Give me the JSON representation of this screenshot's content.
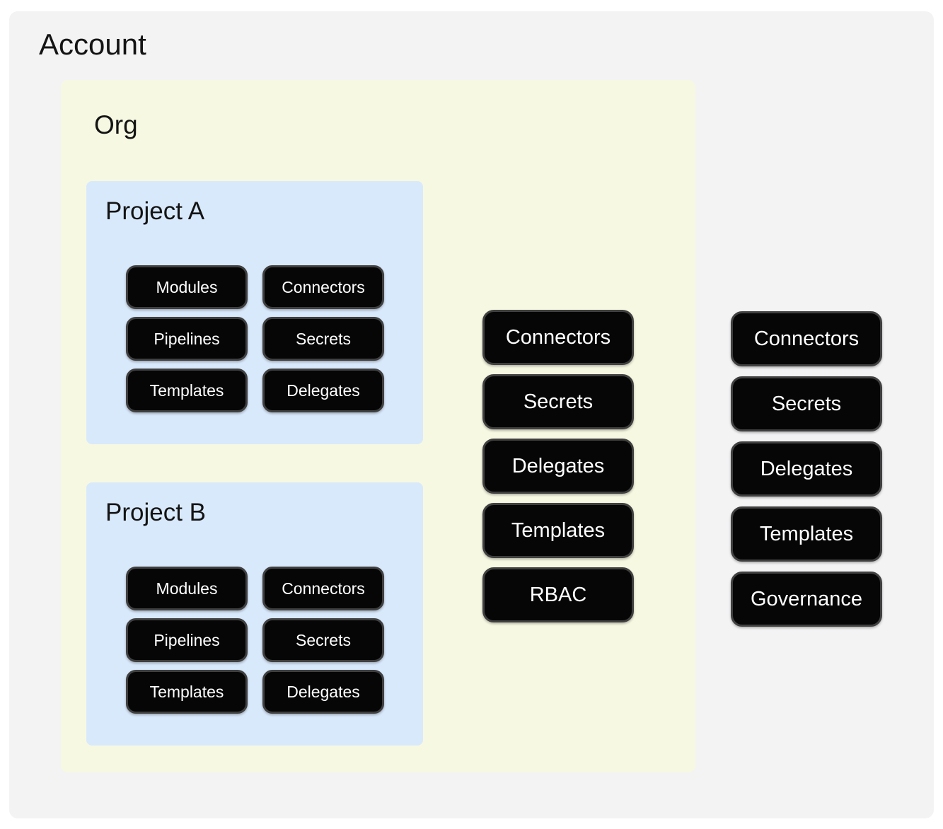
{
  "account": {
    "title": "Account",
    "resources": [
      "Connectors",
      "Secrets",
      "Delegates",
      "Templates",
      "Governance"
    ],
    "org": {
      "title": "Org",
      "resources": [
        "Connectors",
        "Secrets",
        "Delegates",
        "Templates",
        "RBAC"
      ],
      "projects": [
        {
          "title": "Project A",
          "resources": [
            "Modules",
            "Connectors",
            "Pipelines",
            "Secrets",
            "Templates",
            "Delegates"
          ]
        },
        {
          "title": "Project B",
          "resources": [
            "Modules",
            "Connectors",
            "Pipelines",
            "Secrets",
            "Templates",
            "Delegates"
          ]
        }
      ]
    }
  },
  "colors": {
    "page_bg": "#ffffff",
    "account_bg": "#f3f3f4",
    "org_bg": "#f7f8e2",
    "project_bg": "#d9e9fc",
    "pill_bg": "#060606",
    "pill_border": "#404040",
    "pill_text": "#ffffff",
    "title_text": "#141414"
  }
}
